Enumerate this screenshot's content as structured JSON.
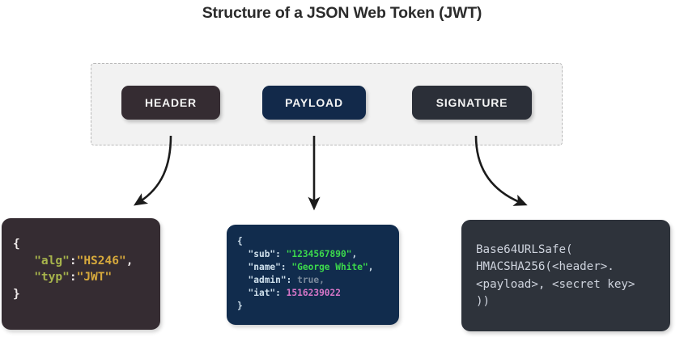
{
  "title": "Structure of a JSON Web Token (JWT)",
  "colors": {
    "header_accent": "#352c32",
    "payload_accent": "#12294a",
    "signature_accent": "#2b2f38",
    "container_fill": "#f2f2f2",
    "container_border": "#b9b9b9",
    "header_key": "#a7b44c",
    "header_value": "#d6a93c",
    "payload_key": "#cfe0ec",
    "payload_string": "#3cd94c",
    "payload_boolean": "#7b8a9c",
    "payload_number": "#d877c9",
    "signature_text": "#cfd4de",
    "title_text": "#2b2b2b"
  },
  "parts": [
    {
      "label": "HEADER"
    },
    {
      "label": "PAYLOAD"
    },
    {
      "label": "SIGNATURE"
    }
  ],
  "header_block": {
    "open_brace": "{",
    "lines": [
      {
        "key": "\"alg\"",
        "colon": ":",
        "value": "\"HS246\"",
        "comma": ","
      },
      {
        "key": "\"typ\"",
        "colon": ":",
        "value": "\"JWT\"",
        "comma": ""
      }
    ],
    "close_brace": "}"
  },
  "payload_block": {
    "open_brace": "{",
    "lines": [
      {
        "key": "\"sub\"",
        "colon": ": ",
        "value": "\"1234567890\"",
        "comma": ",",
        "type": "string"
      },
      {
        "key": "\"name\"",
        "colon": ": ",
        "value": "\"George White\"",
        "comma": ",",
        "type": "string"
      },
      {
        "key": "\"admin\"",
        "colon": ": ",
        "value": "true",
        "comma": ",",
        "type": "boolean"
      },
      {
        "key": "\"iat\"",
        "colon": ": ",
        "value": "1516239022",
        "comma": "",
        "type": "number"
      }
    ],
    "close_brace": "}"
  },
  "signature_block": {
    "lines": [
      "Base64URLSafe(",
      "HMACSHA256(<header>.",
      "<payload>, <secret key>",
      "))"
    ]
  },
  "arrows": [
    {
      "name": "header-arrow",
      "shape": "curve-left"
    },
    {
      "name": "payload-arrow",
      "shape": "straight-down"
    },
    {
      "name": "signature-arrow",
      "shape": "curve-right"
    }
  ]
}
